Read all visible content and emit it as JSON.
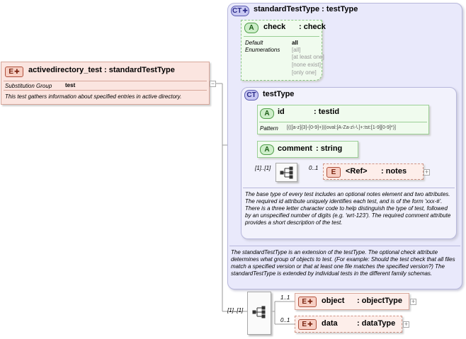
{
  "root": {
    "badge": "E",
    "title": "activedirectory_test : standardTestType",
    "substitution_label": "Substitution Group",
    "substitution_value": "test",
    "description": "This test gathers information about specified entries in active directory."
  },
  "standard_type": {
    "badge": "CT",
    "title": "standardTestType : testType",
    "check": {
      "badge": "A",
      "name": "check",
      "type": ": check",
      "default_label": "Default",
      "default_value": "all",
      "enumerations_label": "Enumerations",
      "enumerations": [
        "[all]",
        "[at least one]",
        "[none exist]",
        "[only one]"
      ]
    },
    "description": "The standardTestType is an extension of the testType.  The optional check attribute determines what group of objects to test.  (For example: Should the test check that all files match a specified version or that at least one file matches the specified version?)  The standardTestType is extended by individual tests in the different family schemas."
  },
  "test_type": {
    "badge": "CT",
    "title": "testType",
    "id": {
      "badge": "A",
      "name": "id",
      "type": ": testid",
      "pattern_label": "Pattern",
      "pattern_value": "[(([a-z]{3}-[0-9]+)|(oval:[A-Za-z\\-\\.]+:tst:[1-9][0-9]*)]"
    },
    "comment": {
      "badge": "A",
      "name": "comment",
      "type": ": string"
    },
    "sequence_multiplicity": "[1]..[1]",
    "notes": {
      "badge": "E",
      "multiplicity": "0..1",
      "name": "<Ref>",
      "type": ": notes"
    },
    "description": "The base type of every test includes an optional notes element and two attributes.  The required id attribute uniquely identifies each test, and is of the form 'xxx-#'.  There is a three letter character code to help distinguish the type of test, followed by an unspecified number of digits (e.g. 'wrt-123').  The required comment attribute provides a short description of the test."
  },
  "bottom_sequence": {
    "multiplicity": "[1]..[1]",
    "object": {
      "badge": "E",
      "multiplicity": "1..1",
      "name": "object",
      "type": ": objectType"
    },
    "data": {
      "badge": "E",
      "multiplicity": "0..1",
      "name": "data",
      "type": ": dataType"
    }
  },
  "colors": {
    "element": "#f7cfc4",
    "complex_type": "#c8c8f2",
    "attribute": "#cdeec9"
  }
}
